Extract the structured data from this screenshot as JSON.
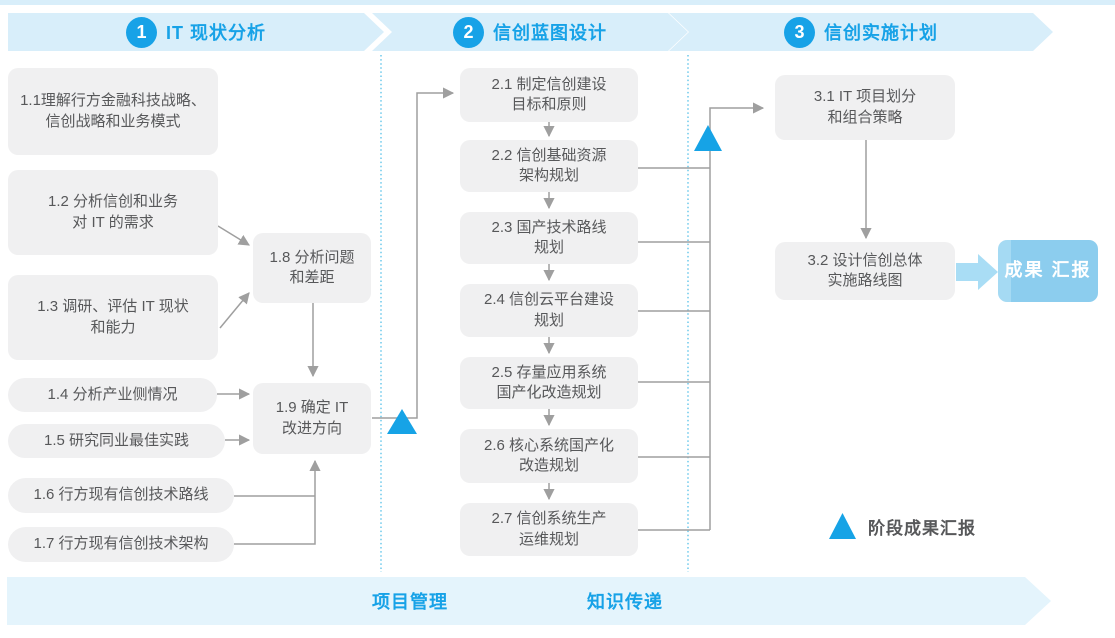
{
  "header": {
    "phases": [
      {
        "number": "1",
        "title": "IT 现状分析"
      },
      {
        "number": "2",
        "title": "信创蓝图设计"
      },
      {
        "number": "3",
        "title": "信创实施计划"
      }
    ]
  },
  "phase1": {
    "b1_1": "1.1理解行方金融科技战略、\n信创战略和业务模式",
    "b1_2": "1.2 分析信创和业务\n对 IT 的需求",
    "b1_3": "1.3 调研、评估 IT 现状\n和能力",
    "b1_4": "1.4 分析产业侧情况",
    "b1_5": "1.5 研究同业最佳实践",
    "b1_6": "1.6 行方现有信创技术路线",
    "b1_7": "1.7 行方现有信创技术架构",
    "b1_8": "1.8 分析问题\n和差距",
    "b1_9": "1.9 确定 IT\n改进方向"
  },
  "phase2": {
    "b2_1": "2.1 制定信创建设\n目标和原则",
    "b2_2": "2.2 信创基础资源\n架构规划",
    "b2_3": "2.3 国产技术路线\n规划",
    "b2_4": "2.4 信创云平台建设\n规划",
    "b2_5": "2.5 存量应用系统\n国产化改造规划",
    "b2_6": "2.6 核心系统国产化\n改造规划",
    "b2_7": "2.7 信创系统生产\n运维规划"
  },
  "phase3": {
    "b3_1": "3.1 IT 项目划分\n和组合策略",
    "b3_2": "3.2 设计信创总体\n实施路线图",
    "result": "成果\n汇报"
  },
  "legend": {
    "milestone": "阶段成果汇报"
  },
  "bottom_band": {
    "left_label": "项目管理",
    "right_label": "知识传递"
  },
  "colors": {
    "accent_blue": "#17a2e7",
    "band_light_blue": "#d8eefa",
    "bottom_band_blue": "#e4f4fc",
    "box_gray": "#f0f0f1",
    "box_text_gray": "#57585a",
    "line_gray": "#9f9f9f",
    "milestone_triangle_blue": "#16a3e6",
    "result_box_blue": "#8ccdee",
    "dotted_separator_blue": "#54c0e8"
  }
}
